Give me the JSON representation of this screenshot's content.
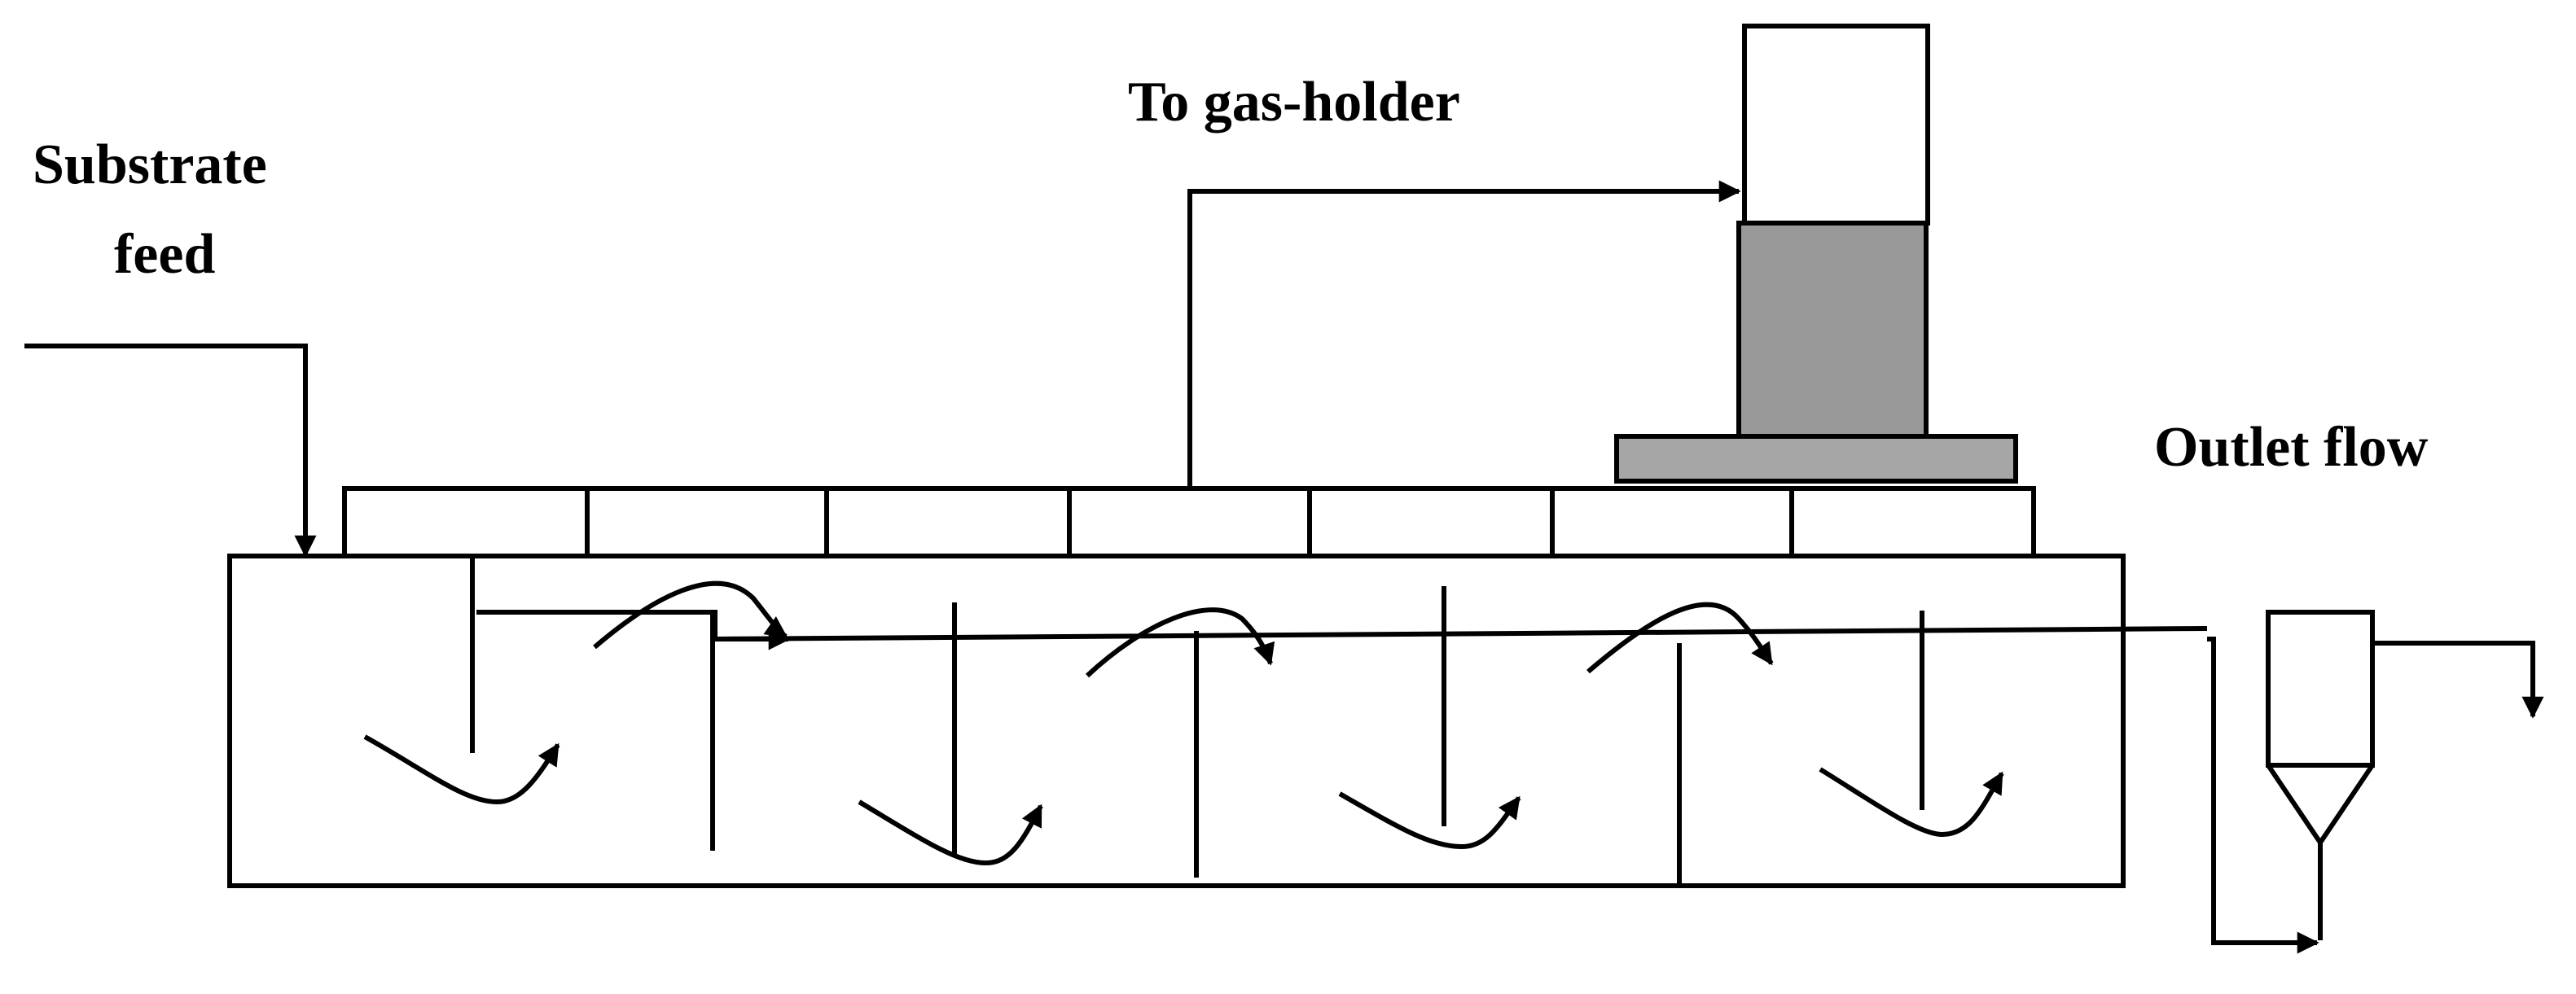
{
  "labels": {
    "substrate_line1": "Substrate",
    "substrate_line2": "feed",
    "gas_holder": "To gas-holder",
    "outlet": "Outlet flow"
  },
  "colors": {
    "line": "#000000",
    "gas_fill": "#999999",
    "base_fill": "#a6a6a6",
    "background": "#ffffff"
  },
  "structure": {
    "compartments": 7,
    "hanging_baffles": 4,
    "standing_baffles": 3
  }
}
